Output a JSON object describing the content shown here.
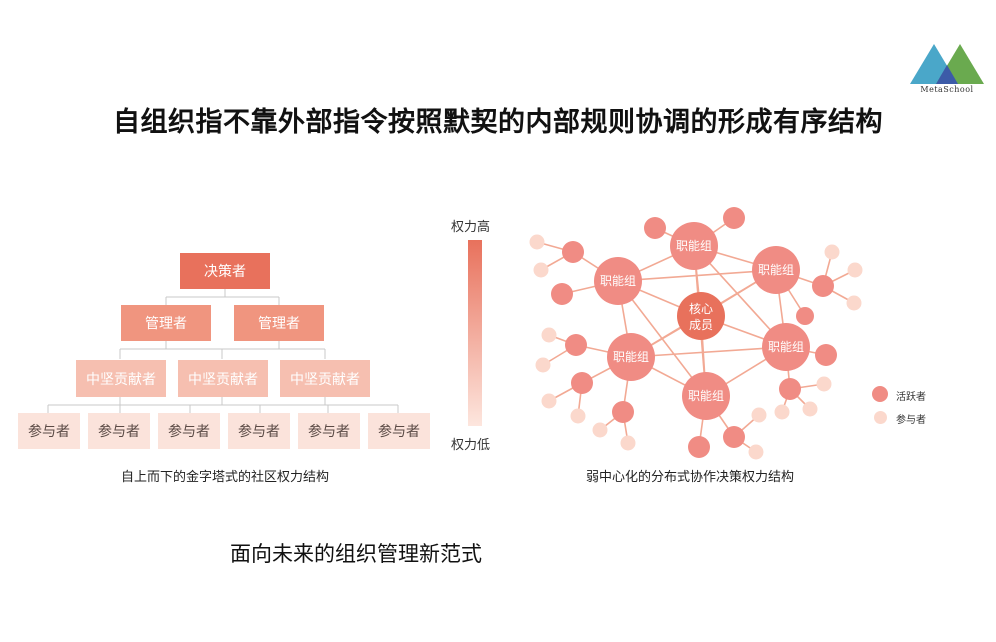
{
  "logo": {
    "text": "MetaSchool",
    "colors": [
      "#4aa7c9",
      "#6aaa4f",
      "#3c5ba8"
    ]
  },
  "title": "自组织指不靠外部指令按照默契的内部规则协调的形成有序结构",
  "hierarchy": {
    "top": "决策者",
    "managers": [
      "管理者",
      "管理者"
    ],
    "middle": [
      "中坚贡献者",
      "中坚贡献者",
      "中坚贡献者"
    ],
    "participants": [
      "参与者",
      "参与者",
      "参与者",
      "参与者",
      "参与者",
      "参与者"
    ],
    "caption": "自上而下的金字塔式的社区权力结构"
  },
  "power_scale": {
    "high": "权力高",
    "low": "权力低"
  },
  "network": {
    "core": [
      "核心",
      "成员"
    ],
    "group_label": "职能组",
    "caption": "弱中心化的分布式协作决策权力结构",
    "legend": {
      "active": "活跃者",
      "participant": "参与者"
    },
    "colors": {
      "core": "#e8715c",
      "active": "#f08c84",
      "participant": "#fbd8cc",
      "line": "#f2a994"
    }
  },
  "subtitle": "面向未来的组织管理新范式"
}
